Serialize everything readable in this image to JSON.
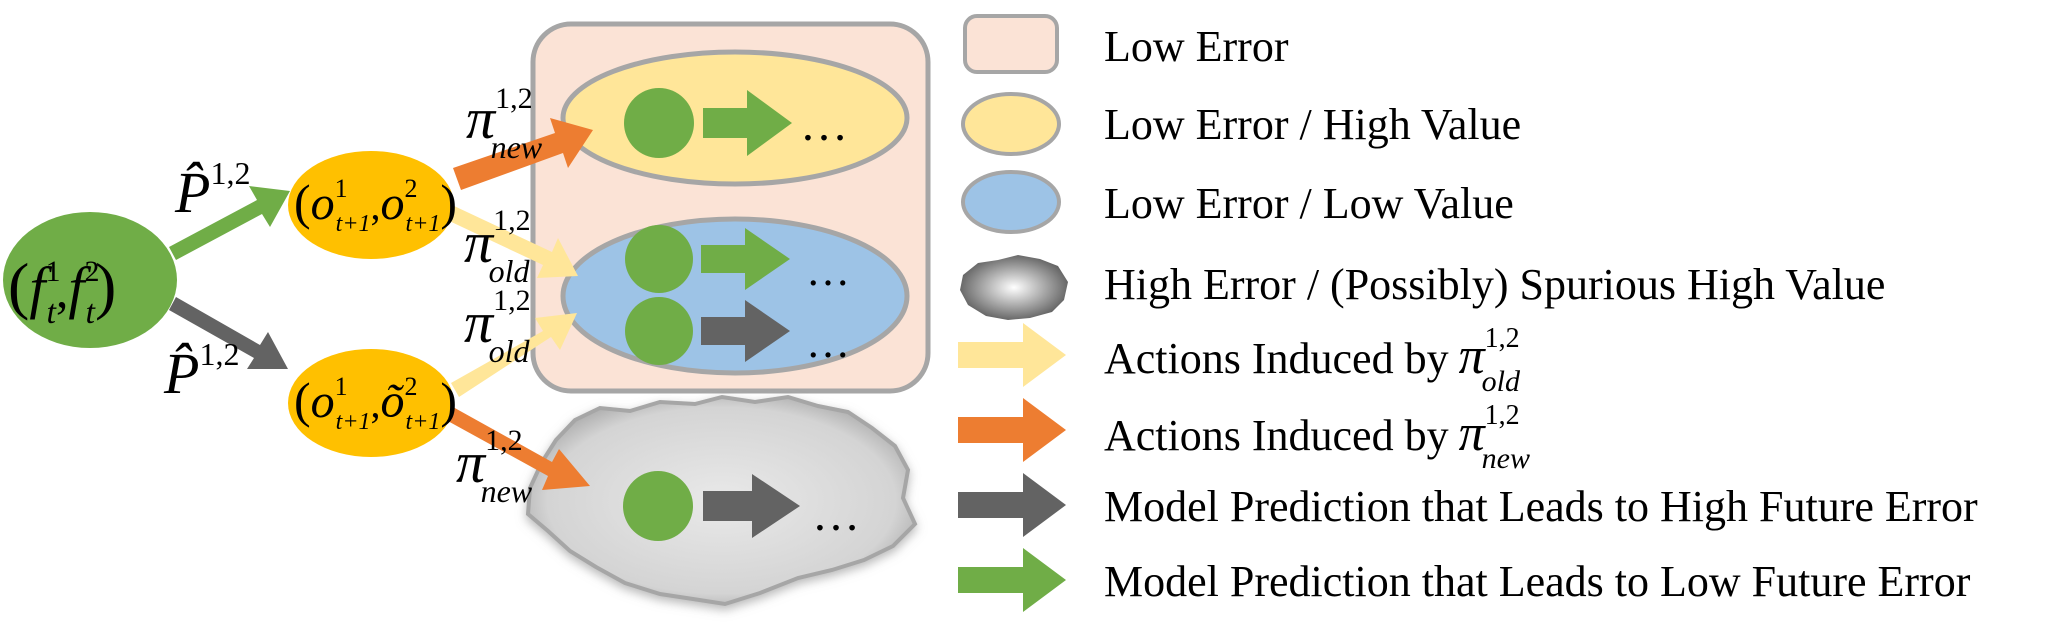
{
  "nodes": {
    "root": {
      "open": "(",
      "f": "f",
      "sub": "t",
      "sup1": "1",
      "sup2": "2",
      "sep": ",",
      "close": ")"
    },
    "upper": {
      "open": "(",
      "o": "o",
      "sub": "t+1",
      "sup1": "1",
      "sup2": "2",
      "sep": ",",
      "close": ")"
    },
    "lower": {
      "open": "(",
      "o": "o",
      "otilde": "õ",
      "sub": "t+1",
      "sup1": "1",
      "sup2": "2",
      "sep": ",",
      "close": ")"
    }
  },
  "edge_labels": {
    "p_hat": "P̂",
    "p_sup": "1,2",
    "pi": "π",
    "pi_sup": "1,2",
    "new": "new",
    "old": "old"
  },
  "ellipsis": "…",
  "legend": [
    {
      "key": "low-error",
      "label": "Low Error",
      "color": "#fbe3d6"
    },
    {
      "key": "low-error-high-value",
      "label": "Low Error / High Value",
      "color": "#ffe699"
    },
    {
      "key": "low-error-low-value",
      "label": "Low Error / Low Value",
      "color": "#9dc3e6"
    },
    {
      "key": "high-error",
      "label": "High Error / (Possibly) Spurious High Value",
      "color": "#bfbfbf"
    },
    {
      "key": "old-actions",
      "label": "Actions Induced by",
      "color": "#ffe699"
    },
    {
      "key": "new-actions",
      "label": "Actions Induced by",
      "color": "#ed7d31"
    },
    {
      "key": "high-future-error",
      "label": "Model Prediction that Leads to High Future Error",
      "color": "#636363"
    },
    {
      "key": "low-future-error",
      "label": "Model Prediction that Leads to Low Future Error",
      "color": "#70ad47"
    }
  ],
  "colors": {
    "green_node": "#70ad47",
    "yellow_node": "#ffc000",
    "orange_arrow": "#ed7d31",
    "gray_arrow": "#636363",
    "light_yellow_arrow": "#ffe699",
    "low_error_box": "#fbe3d6",
    "blue_ellipse": "#9dc3e6"
  }
}
